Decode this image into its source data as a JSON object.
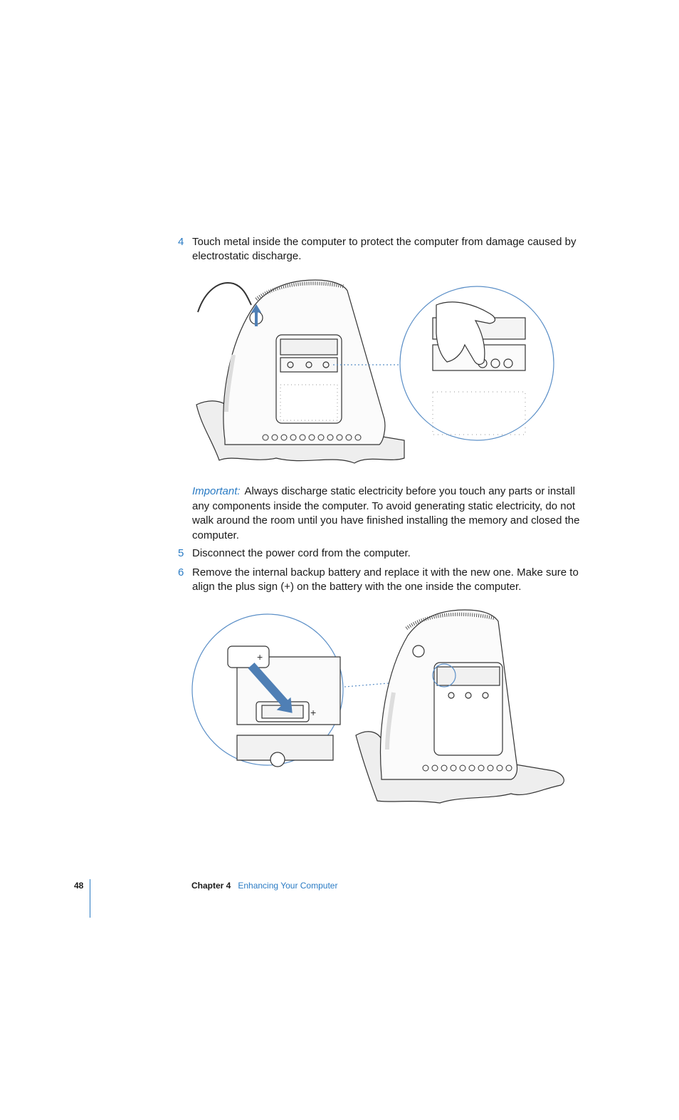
{
  "steps": [
    {
      "number": "4",
      "text": "Touch metal inside the computer to protect the computer from damage caused by electrostatic discharge."
    },
    {
      "number": "5",
      "text": "Disconnect the power cord from the computer."
    },
    {
      "number": "6",
      "text": "Remove the internal backup battery and replace it with the new one. Make sure to align the plus sign (+) on the battery with the one inside the computer."
    }
  ],
  "important": {
    "label": "Important:",
    "text": "Always discharge static electricity before you touch any parts or install any components inside the computer. To avoid generating static electricity, do not walk around the room until you have finished installing the memory and closed the computer."
  },
  "figure2": {
    "plus_sign_battery": "+",
    "plus_sign_holder": "+"
  },
  "footer": {
    "page_number": "48",
    "chapter_label": "Chapter 4",
    "chapter_title": "Enhancing Your Computer"
  },
  "colors": {
    "accent": "#2a7bc4",
    "callout_circle": "#5b8fc7",
    "arrow": "#4f7fb5"
  }
}
